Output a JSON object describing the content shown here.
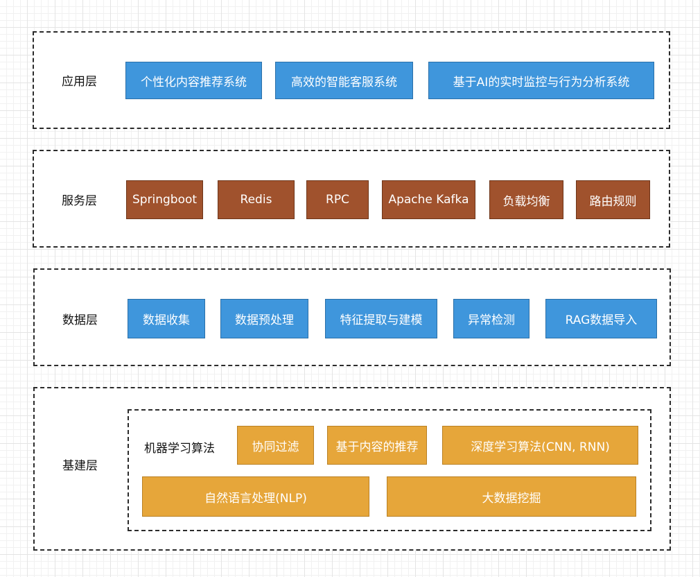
{
  "layers": {
    "app": {
      "label": "应用层",
      "items": [
        "个性化内容推荐系统",
        "高效的智能客服系统",
        "基于AI的实时监控与行为分析系统"
      ]
    },
    "service": {
      "label": "服务层",
      "items": [
        "Springboot",
        "Redis",
        "RPC",
        "Apache Kafka",
        "负载均衡",
        "路由规则"
      ]
    },
    "data": {
      "label": "数据层",
      "items": [
        "数据收集",
        "数据预处理",
        "特征提取与建模",
        "异常检测",
        "RAG数据导入"
      ]
    },
    "base": {
      "label": "基建层",
      "group_label": "机器学习算法",
      "items": [
        "协同过滤",
        "基于内容的推荐",
        "深度学习算法(CNN, RNN)",
        "自然语言处理(NLP)",
        "大数据挖掘"
      ]
    }
  },
  "colors": {
    "app_box": "#3f96dc",
    "service_box": "#a0522d",
    "data_box": "#3f96dc",
    "base_box": "#e6a63a"
  }
}
